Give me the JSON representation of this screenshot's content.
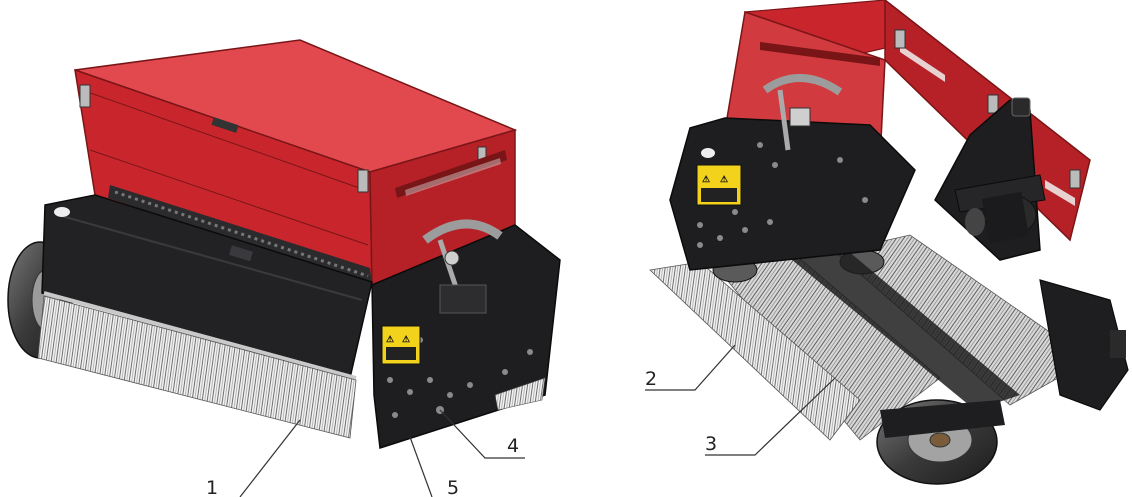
{
  "callouts": [
    {
      "id": "1",
      "label": "1"
    },
    {
      "id": "2",
      "label": "2"
    },
    {
      "id": "3",
      "label": "3"
    },
    {
      "id": "4",
      "label": "4"
    },
    {
      "id": "5",
      "label": "5"
    }
  ],
  "colors": {
    "hopper_red": "#c8262c",
    "hopper_red_light": "#e2494e",
    "hopper_red_dark": "#8e1a1e",
    "frame_black": "#1e1e20",
    "frame_grey": "#3a3a3e",
    "brush_grey": "#9a9a9a",
    "tire_dark": "#2a2a2a",
    "warning_yellow": "#f2d21b"
  },
  "warning_label_glyph": "⚠"
}
